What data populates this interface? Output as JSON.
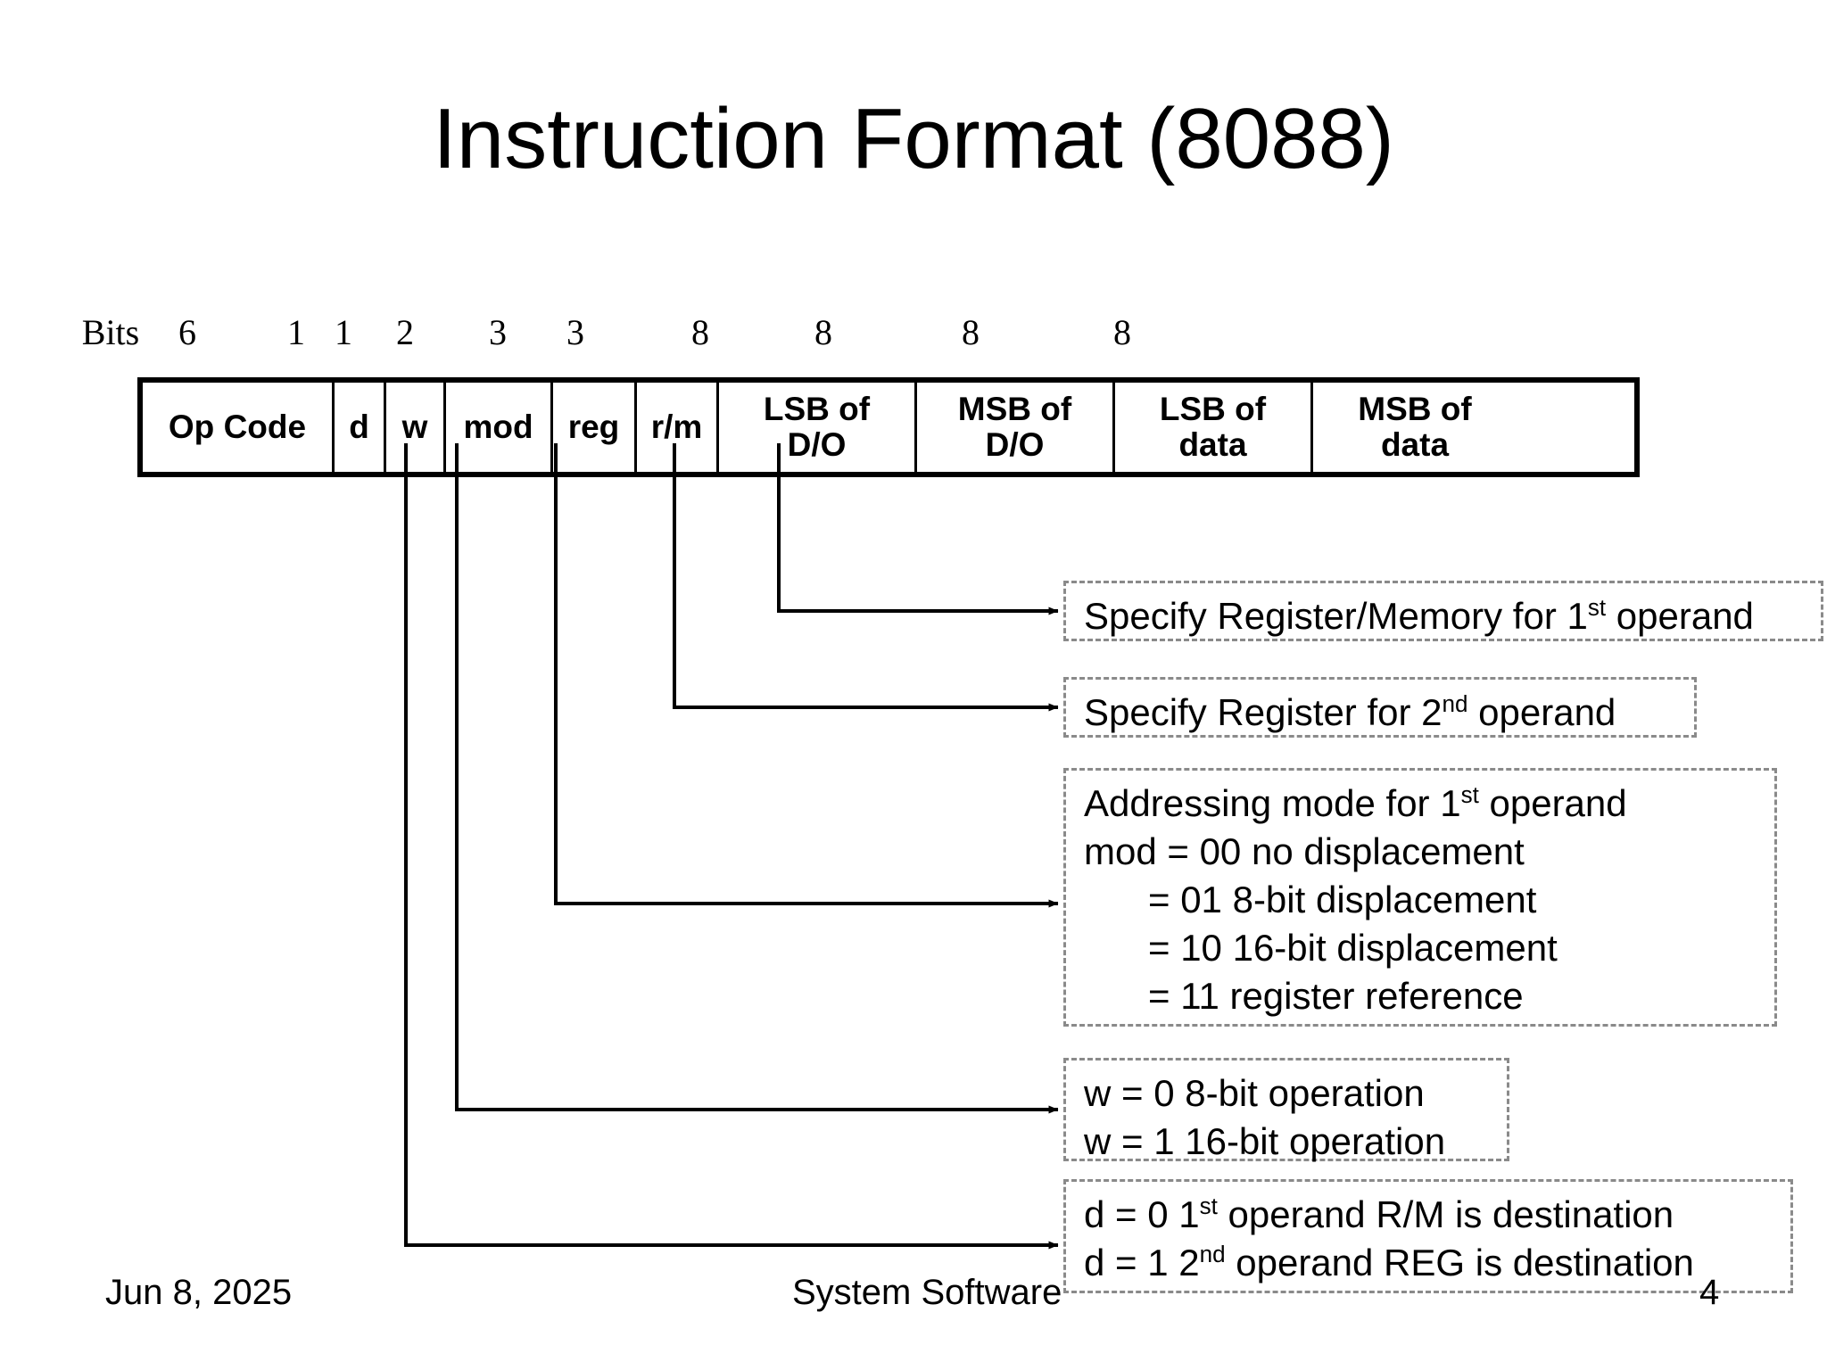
{
  "slide": {
    "title": "Instruction Format (8088)"
  },
  "bits_header": {
    "label": "Bits",
    "values": [
      "6",
      "1",
      "1",
      "2",
      "3",
      "3",
      "8",
      "8",
      "8",
      "8"
    ]
  },
  "format_table": {
    "fields": [
      {
        "name": "op-code",
        "label": "Op Code",
        "bits": "6"
      },
      {
        "name": "d",
        "label": "d",
        "bits": "1"
      },
      {
        "name": "w",
        "label": "w",
        "bits": "1"
      },
      {
        "name": "mod",
        "label": "mod",
        "bits": "2"
      },
      {
        "name": "reg",
        "label": "reg",
        "bits": "3"
      },
      {
        "name": "rm",
        "label": "r/m",
        "bits": "3"
      },
      {
        "name": "lsb-do",
        "label": "LSB of\nD/O",
        "bits": "8"
      },
      {
        "name": "msb-do",
        "label": "MSB of\nD/O",
        "bits": "8"
      },
      {
        "name": "lsb-data",
        "label": "LSB of\ndata",
        "bits": "8"
      },
      {
        "name": "msb-data",
        "label": "MSB of\ndata",
        "bits": "8"
      }
    ]
  },
  "callouts": {
    "rm": {
      "line1_a": "Specify Register/Memory  for 1",
      "line1_sup": "st",
      "line1_b": " operand"
    },
    "reg": {
      "line1_a": "Specify Register for 2",
      "line1_sup": "nd",
      "line1_b": " operand"
    },
    "mod": {
      "line1_a": "Addressing mode for 1",
      "line1_sup": "st",
      "line1_b": " operand",
      "line2": "mod = 00 no displacement",
      "line3": "= 01 8-bit displacement",
      "line4": "= 10 16-bit displacement",
      "line5": "= 11 register reference"
    },
    "w": {
      "line1": "w = 0 8-bit operation",
      "line2": "w = 1 16-bit operation"
    },
    "d": {
      "line1_a": "d = 0 1",
      "line1_sup": "st",
      "line1_b": " operand R/M is destination",
      "line2_a": "d = 1 2",
      "line2_sup": "nd",
      "line2_b": " operand REG is destination"
    }
  },
  "footer": {
    "date": "Jun 8, 2025",
    "title": "System Software",
    "page": "4"
  },
  "colors": {
    "ink": "#000000",
    "background": "#ffffff",
    "callout_border": "#8a8a8a"
  }
}
